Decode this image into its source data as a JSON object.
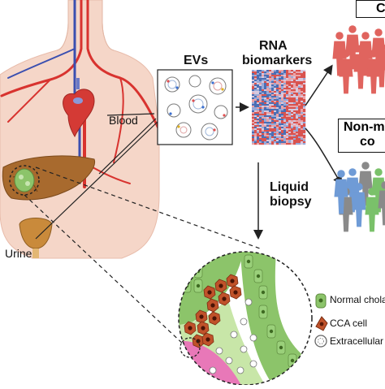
{
  "labels": {
    "blood": "Blood",
    "urine": "Urine",
    "evs": "EVs",
    "rna_line1": "RNA",
    "rna_line2": "biomarkers",
    "liquid_line1": "Liquid",
    "liquid_line2": "biopsy",
    "cca_box": "C",
    "nonm_line1": "Non-m",
    "nonm_line2": "co"
  },
  "legend": {
    "items": [
      {
        "name": "normal",
        "label": "Normal chola"
      },
      {
        "name": "cca",
        "label": "CCA cell"
      },
      {
        "name": "ev",
        "label": "Extracellular v"
      }
    ]
  },
  "colors": {
    "skin": "#f5d6c8",
    "artery": "#d8332f",
    "vein": "#3a4fb0",
    "liver": "#a86a2e",
    "tumor_green": "#8cc46a",
    "cca_cell": "#c0522a",
    "heatmap_red": "#d9534f",
    "heatmap_blue": "#4a6fb5",
    "patient_red": "#e0645e",
    "control_grey": "#8a8a8a"
  }
}
